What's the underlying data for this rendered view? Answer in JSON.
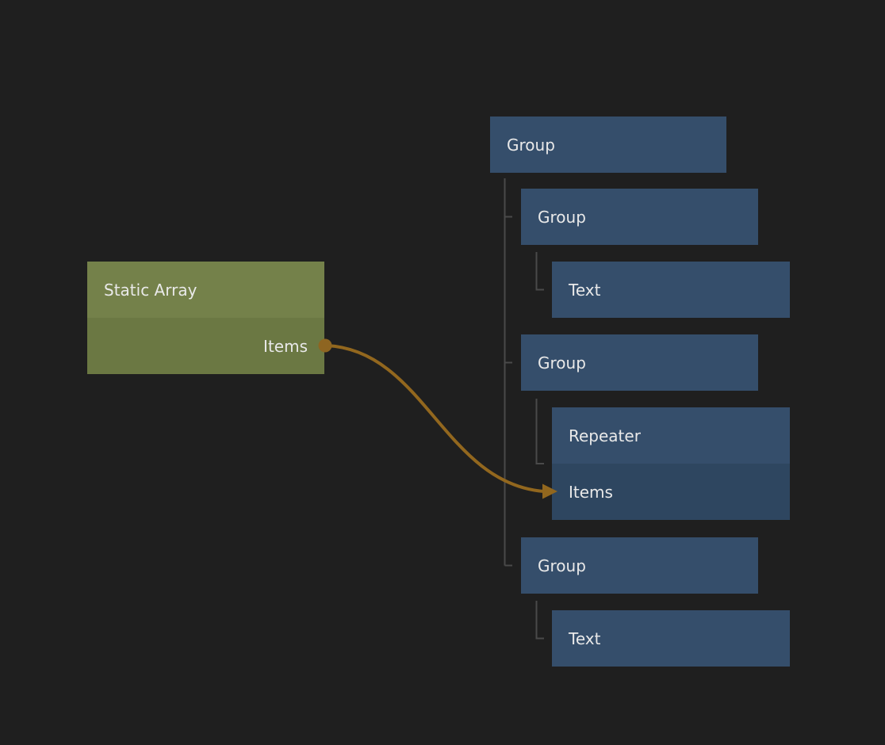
{
  "colors": {
    "background": "#1f1f1f",
    "green_node_header": "#74814a",
    "green_node_body": "#6b7843",
    "blue_node": "#354e6b",
    "blue_node_subrow": "#2e4660",
    "tree_line": "#4a4a4a",
    "edge": "#92671e",
    "text": "#e9e9e9"
  },
  "nodes": {
    "static_array": {
      "title": "Static Array",
      "output_port_label": "Items"
    },
    "group_root": {
      "title": "Group"
    },
    "group_child_1": {
      "title": "Group"
    },
    "text_child_1": {
      "title": "Text"
    },
    "group_child_2": {
      "title": "Group"
    },
    "repeater": {
      "title": "Repeater",
      "input_port_label": "Items"
    },
    "group_child_3": {
      "title": "Group"
    },
    "text_child_2": {
      "title": "Text"
    }
  },
  "connection": {
    "from_node": "Static Array",
    "from_port": "Items",
    "to_node": "Repeater",
    "to_port": "Items"
  }
}
